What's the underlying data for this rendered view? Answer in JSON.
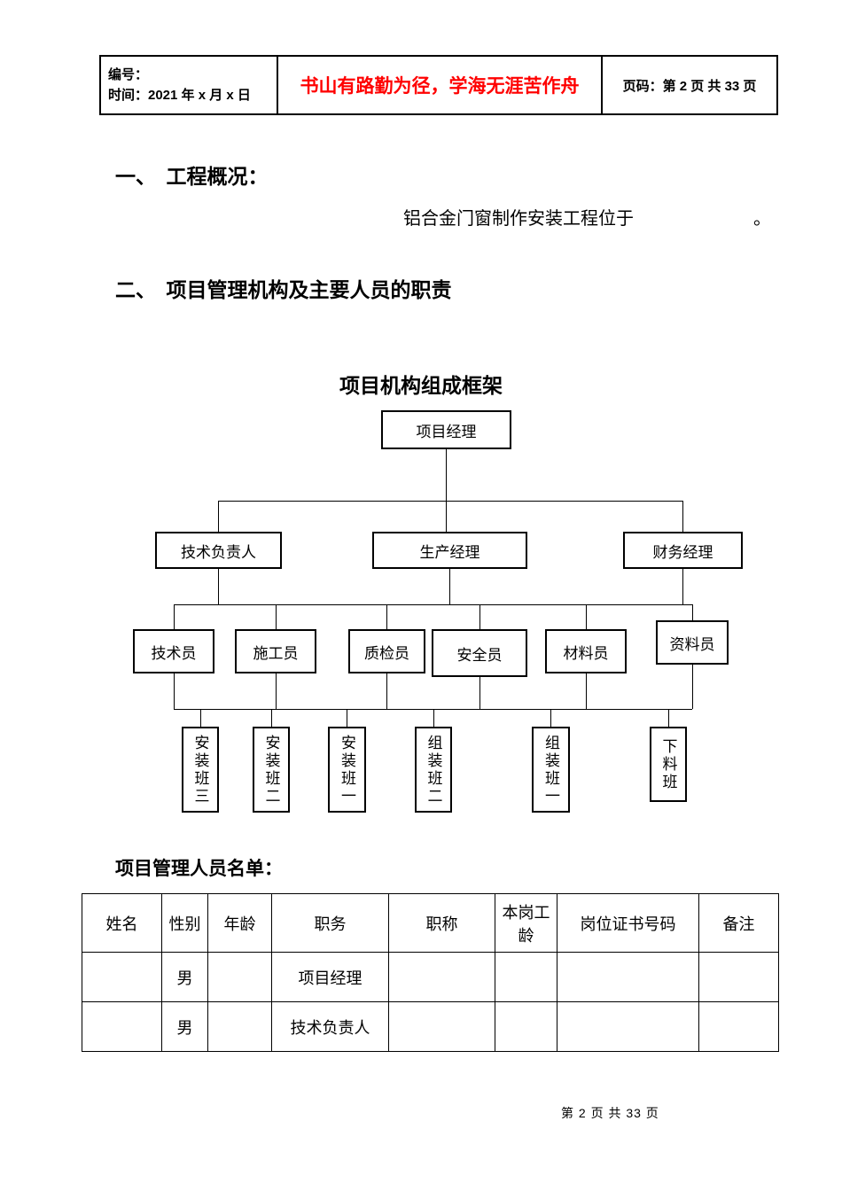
{
  "colors": {
    "motto_red": "#ff0000"
  },
  "header": {
    "number_label": "编号：",
    "time_label": "时间：2021 年 x 月 x 日",
    "motto": "书山有路勤为径，学海无涯苦作舟",
    "page_label": "页码：第 2 页  共 33 页"
  },
  "sections": {
    "s1_title": "一、　工程概况：",
    "s1_body": "铝合金门窗制作安装工程位于",
    "s1_tail": "。",
    "s2_title": "二、　项目管理机构及主要人员的职责"
  },
  "org_chart": {
    "title": "项目机构组成框架",
    "level1": "项目经理",
    "level2": [
      "技术负责人",
      "生产经理",
      "财务经理"
    ],
    "level3": [
      "技术员",
      "施工员",
      "质检员",
      "安全员",
      "材料员",
      "资料员"
    ],
    "level4": [
      "安装班三",
      "安装班二",
      "安装班一",
      "组装班二",
      "组装班一",
      "下料班"
    ]
  },
  "personnel": {
    "title": "项目管理人员名单：",
    "columns": [
      "姓名",
      "性别",
      "年龄",
      "职务",
      "职称",
      "本岗工龄",
      "岗位证书号码",
      "备注"
    ],
    "rows": [
      [
        "",
        "男",
        "",
        "项目经理",
        "",
        "",
        "",
        ""
      ],
      [
        "",
        "男",
        "",
        "技术负责人",
        "",
        "",
        "",
        ""
      ]
    ]
  },
  "footer": {
    "page_text": "第 2 页 共 33 页"
  }
}
